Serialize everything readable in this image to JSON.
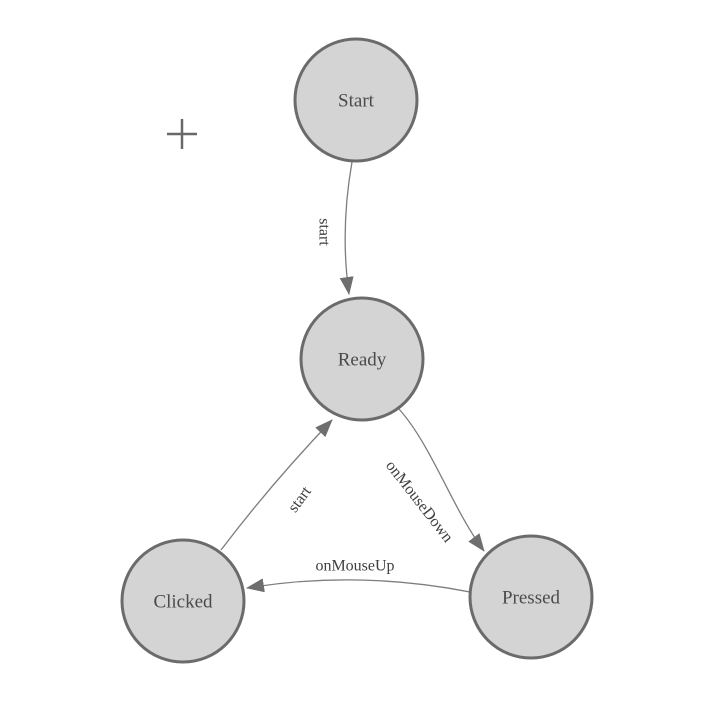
{
  "diagram": {
    "type": "state-machine",
    "nodes": [
      {
        "id": "start",
        "label": "Start"
      },
      {
        "id": "ready",
        "label": "Ready"
      },
      {
        "id": "clicked",
        "label": "Clicked"
      },
      {
        "id": "pressed",
        "label": "Pressed"
      }
    ],
    "edges": [
      {
        "from": "Start",
        "to": "Ready",
        "label": "start"
      },
      {
        "from": "Ready",
        "to": "Pressed",
        "label": "onMouseDown"
      },
      {
        "from": "Pressed",
        "to": "Clicked",
        "label": "onMouseUp"
      },
      {
        "from": "Clicked",
        "to": "Ready",
        "label": "start"
      }
    ],
    "icons": {
      "plus": "+"
    },
    "colors": {
      "background": "#ffffff",
      "node_fill": "#d4d4d4",
      "node_stroke": "#6b6b6b",
      "node_label": "#4a4a4a",
      "edge_stroke": "#7d7d7d",
      "arrow_fill": "#6e6e6e",
      "edge_label": "#3f3f3f",
      "crosshair": "#686868"
    }
  }
}
